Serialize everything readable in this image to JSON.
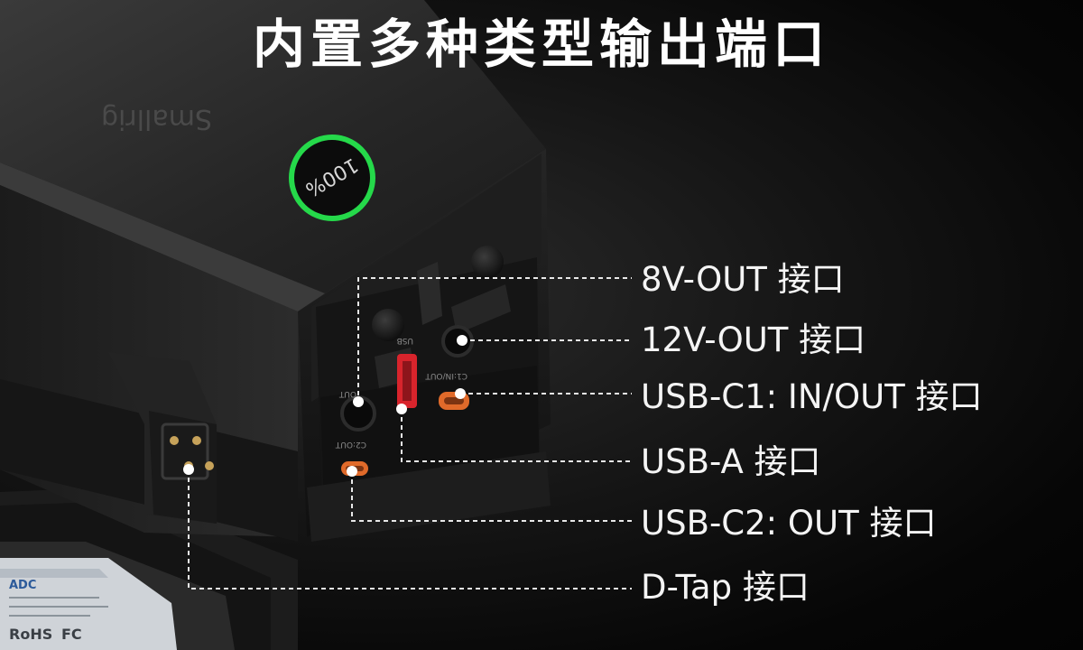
{
  "headline": "内置多种类型输出端口",
  "product": {
    "brand": "Smallrig",
    "battery_display": "100%"
  },
  "port_markings": {
    "out": "OUT",
    "usb": "USB",
    "c1": "C1:IN/OUT",
    "c2": "C2:OUT"
  },
  "label_lettering": {
    "adc": "ADC",
    "rohs": "RoHS",
    "fc": "FC"
  },
  "ports": [
    {
      "label": "8V-OUT 接口"
    },
    {
      "label": "12V-OUT 接口"
    },
    {
      "label": "USB-C1: IN/OUT 接口"
    },
    {
      "label": "USB-A 接口"
    },
    {
      "label": "USB-C2: OUT 接口"
    },
    {
      "label": "D-Tap 接口"
    }
  ],
  "colors": {
    "background": "#0a0a0a",
    "text": "#ffffff",
    "indicator_ring": "#25d94a",
    "usb_c_port": "#e06a2a",
    "usb_a_port": "#d8242c",
    "leader_line": "#e8e8e8"
  },
  "icons": {
    "battery_indicator": "battery-level-ring-icon",
    "leader_dot": "callout-dot-icon"
  }
}
